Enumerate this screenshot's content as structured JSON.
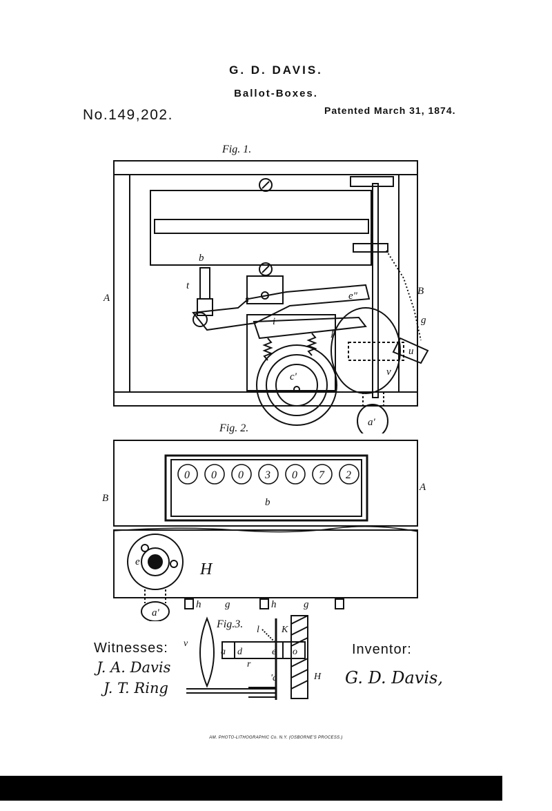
{
  "header": {
    "inventor_name": "G. D. DAVIS.",
    "title": "Ballot-Boxes.",
    "patent_number": "No.149,202.",
    "patent_date": "Patented March 31, 1874."
  },
  "figures": {
    "fig1": "Fig. 1.",
    "fig2": "Fig. 2.",
    "fig3": "Fig.3."
  },
  "fig1_labels": {
    "A": "A",
    "B": "B",
    "b": "b",
    "t": "t",
    "s": "s",
    "e2": "e\"",
    "i": "i",
    "p": "p",
    "g": "g",
    "u": "u",
    "c": "c'",
    "v": "v",
    "a": "a'"
  },
  "counter_digits": [
    "0",
    "0",
    "0",
    "3",
    "0",
    "7",
    "2"
  ],
  "fig2_labels": {
    "A": "A",
    "B": "B",
    "b": "b",
    "e": "e",
    "H": "H",
    "a": "a'",
    "h": "h",
    "g": "g"
  },
  "fig3_labels": {
    "l": "l",
    "K": "K",
    "v": "v",
    "a": "a",
    "d": "d",
    "e": "e",
    "o": "o",
    "r": "r",
    "a2": "'a",
    "H": "H"
  },
  "witnesses": {
    "label": "Witnesses:",
    "names": [
      "J. A. Davis",
      "J. T. Ring"
    ]
  },
  "inventor": {
    "label": "Inventor:",
    "signature": "G. D. Davis,"
  },
  "footer": "AM. PHOTO-LITHOGRAPHIC Co. N.Y. (OSBORNE'S PROCESS.)"
}
